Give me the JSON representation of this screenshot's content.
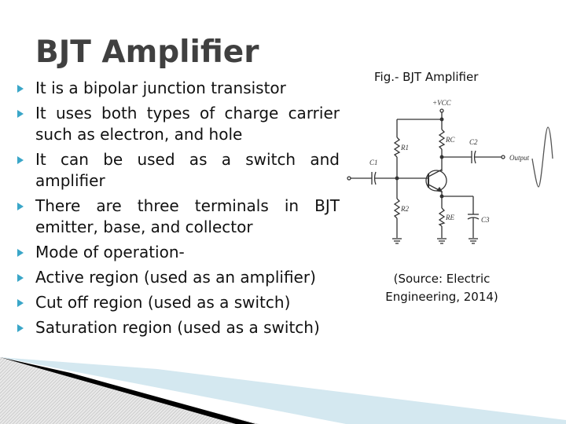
{
  "slide": {
    "title": "BJT Amplifier",
    "bullets": [
      "It is a bipolar junction transistor",
      "It uses both types of charge carrier such as electron, and hole",
      "It can be used as a switch and amplifier",
      "There are three terminals in BJT emitter, base, and collector",
      "Mode of operation-",
      "Active region (used as an amplifier)",
      "Cut off region (used as a switch)",
      "Saturation region (used as a switch)"
    ],
    "figure": {
      "caption": "Fig.- BJT Amplifier",
      "source_line1": "(Source: Electric",
      "source_line2": "Engineering, 2014)",
      "labels": {
        "vcc": "+VCC",
        "r1": "R1",
        "r2": "R2",
        "rc": "RC",
        "re": "RE",
        "c1": "C1",
        "c2": "C2",
        "c3": "C3",
        "output": "Output"
      }
    }
  },
  "colors": {
    "bullet": "#3aa6c8",
    "title": "#404040",
    "deco_blue": "#d4e8f0"
  }
}
